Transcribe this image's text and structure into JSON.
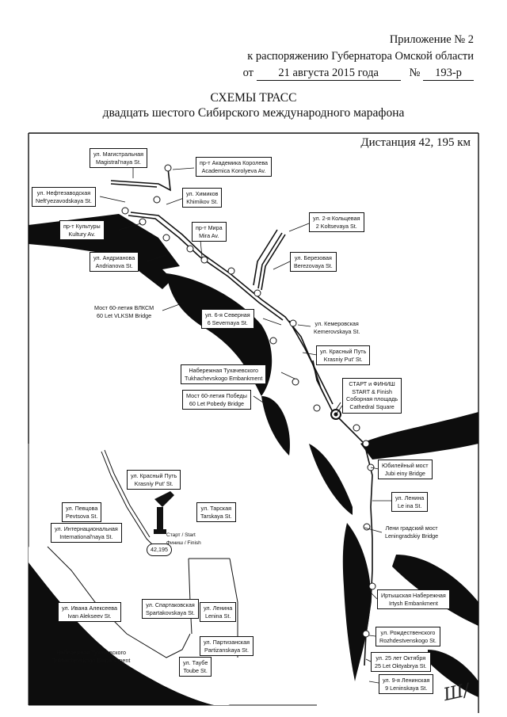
{
  "header": {
    "line1": "Приложение № 2",
    "line2": "к распоряжению Губернатора Омской области",
    "from_word": "от",
    "date": "21 августа 2015 года",
    "number_label": "№",
    "number": "193-р"
  },
  "title": {
    "main": "СХЕМЫ ТРАСС",
    "sub": "двадцать шестого Сибирского международного марафона"
  },
  "distance": "Дистанция 42, 195 км",
  "labels": {
    "magistralnaya": {
      "ru": "ул. Магистральная",
      "en": "Magistral'naya St."
    },
    "koroleva": {
      "ru": "пр-т Академика Королева",
      "en": "Academica Korolyeva Av."
    },
    "neftezavodskaya": {
      "ru": "ул. Нефтезаводская",
      "en": "Neft'yezavodskaya St."
    },
    "khimikov": {
      "ru": "ул. Химиков",
      "en": "Khimikov St."
    },
    "koltsevaya": {
      "ru": "ул. 2-я Кольцевая",
      "en": "2 Koltsevaya St."
    },
    "kultury": {
      "ru": "пр-т Культуры",
      "en": "Kultury Av."
    },
    "mira": {
      "ru": "пр-т Мира",
      "en": "Mira Av."
    },
    "andrianova": {
      "ru": "ул. Андрианова",
      "en": "Andrianova St."
    },
    "berezovaya": {
      "ru": "ул. Березовая",
      "en": "Berezovaya St."
    },
    "vlksm": {
      "ru": "Мост 60-летия ВЛКСМ",
      "en": "60 Let VLKSM Bridge"
    },
    "severnaya": {
      "ru": "ул. 6-я Северная",
      "en": "6 Severnaya St."
    },
    "kemerovskaya": {
      "ru": "ул. Кемеровская",
      "en": "Kemerovskaya St."
    },
    "krasniy": {
      "ru": "ул. Красный Путь",
      "en": "Krasniy Put' St."
    },
    "tukhachevsky": {
      "ru": "Набережная Тухачевского",
      "en": "Tukhachevskogo Embankment"
    },
    "start": {
      "ru": "СТАРТ и ФИНИШ",
      "en": "START & Finish",
      "ru2": "Соборная площадь",
      "en2": "Cathedral Square"
    },
    "pobedy": {
      "ru": "Мост 60-летия Победы",
      "en": "60 Let Pobedy Bridge"
    },
    "jubilee": {
      "ru": "Юбилейный мост",
      "en": "Jubi einy Bridge"
    },
    "krasniy2": {
      "ru": "ул. Красный Путь",
      "en": "Krasniy Put' St."
    },
    "lenina": {
      "ru": "ул. Ленина",
      "en": "Le ina St."
    },
    "peveova": {
      "ru": "ул. Певцова",
      "en": "Pevtsova St."
    },
    "tarskaya": {
      "ru": "ул. Тарская",
      "en": "Tarskaya St."
    },
    "internatsionalnaya": {
      "ru": "ул. Интернациональная",
      "en": "International'naya St."
    },
    "start_small": "Старт / Start",
    "finish_small": "Финиш / Finish",
    "km": "42,195",
    "leningradsky": {
      "ru": "Лени градский мост",
      "en": "Leningradskiy Bridge"
    },
    "irtyshskaya": {
      "ru": "Иртышская Набережная",
      "en": "Irtysh Embankment"
    },
    "alekseeva": {
      "ru": "ул. Ивана Алексеева",
      "en": "Ivan Alekseev St."
    },
    "spartakovskaya": {
      "ru": "ул. Спартаковская",
      "en": "Spartakovskaya St."
    },
    "lenina2": {
      "ru": "ул. Ленина",
      "en": "Lenina St."
    },
    "rozhdestvenskogo": {
      "ru": "ул. Рождественского",
      "en": "Rozhdestvenskogo St."
    },
    "tukhachevsky2": {
      "ru": "Набережная Тухачевского",
      "en": "Tukhachevskogo Embankment"
    },
    "partizanskaya": {
      "ru": "ул. Партизанская",
      "en": "Partizanskaya St."
    },
    "oktyabrya": {
      "ru": "ул. 25 лет Октября",
      "en": "25 Let Oktyabrya St."
    },
    "taube": {
      "ru": "ул. Таубе",
      "en": "Toube St."
    },
    "leninskaya": {
      "ru": "ул. 9-я Ленинская",
      "en": "9 Leninskaya St."
    }
  },
  "colors": {
    "ink": "#111111",
    "paper": "#ffffff",
    "water": "#0d0d0d"
  }
}
